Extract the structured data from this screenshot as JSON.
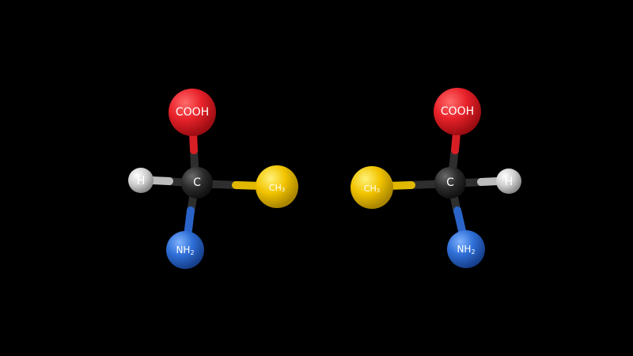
{
  "colors": {
    "background": "#000000",
    "carbon": "#2a2a2a",
    "oxygen_group": "#e8222a",
    "hydrogen": "#cfcfcf",
    "methyl": "#f2c400",
    "amine": "#2f6fd6"
  },
  "molecules": [
    {
      "center_label": "C",
      "top_label": "COOH",
      "hydrogen_label": "H",
      "methyl_label": "CH",
      "methyl_subscript": "3",
      "amine_label": "NH",
      "amine_subscript": "2"
    },
    {
      "center_label": "C",
      "top_label": "COOH",
      "hydrogen_label": "H",
      "methyl_label": "CH",
      "methyl_subscript": "3",
      "amine_label": "NH",
      "amine_subscript": "2"
    }
  ]
}
